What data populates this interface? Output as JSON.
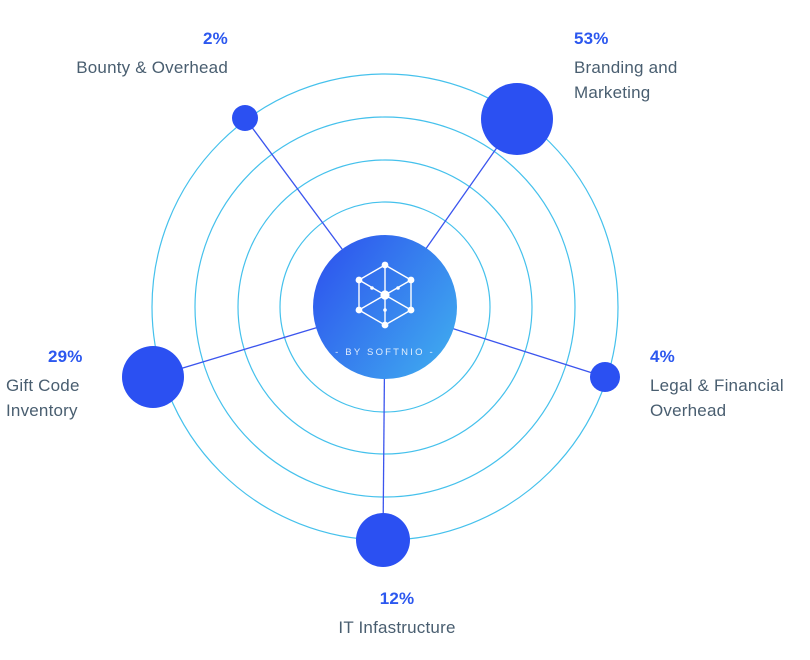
{
  "chart_data": {
    "type": "pie",
    "layout_hint": "radial-orbit-bubble-chart, bubbles sized by percentage placed on outer orbit ring",
    "categories": [
      "Bounty & Overhead",
      "Branding and Marketing",
      "Legal & Financial Overhead",
      "Gift Code Inventory",
      "IT Infastructure"
    ],
    "values": [
      2,
      53,
      4,
      29,
      12
    ],
    "title": "",
    "center_label": "- BY SOFTNIO -",
    "legend_position": "labels around chart",
    "grid": "4 concentric orbit rings",
    "colors": {
      "percent_text": "#2c58ef",
      "label_text": "#495e70",
      "orbit_ring": "#45c1ec",
      "spoke_line": "#3b55ee",
      "node_fill": "#2b50f2",
      "center_gradient_start": "#2d52ee",
      "center_gradient_end": "#3fa9ef"
    }
  },
  "labels": {
    "bounty": {
      "percent": "2%",
      "name": "Bounty & Overhead"
    },
    "branding": {
      "percent": "53%",
      "name": "Branding and Marketing"
    },
    "legal": {
      "percent": "4%",
      "name": "Legal & Financial Overhead"
    },
    "gift": {
      "percent": "29%",
      "name": "Gift Code Inventory"
    },
    "it": {
      "percent": "12%",
      "name": "IT Infastructure"
    }
  },
  "center": {
    "brand": "- BY SOFTNIO -"
  }
}
